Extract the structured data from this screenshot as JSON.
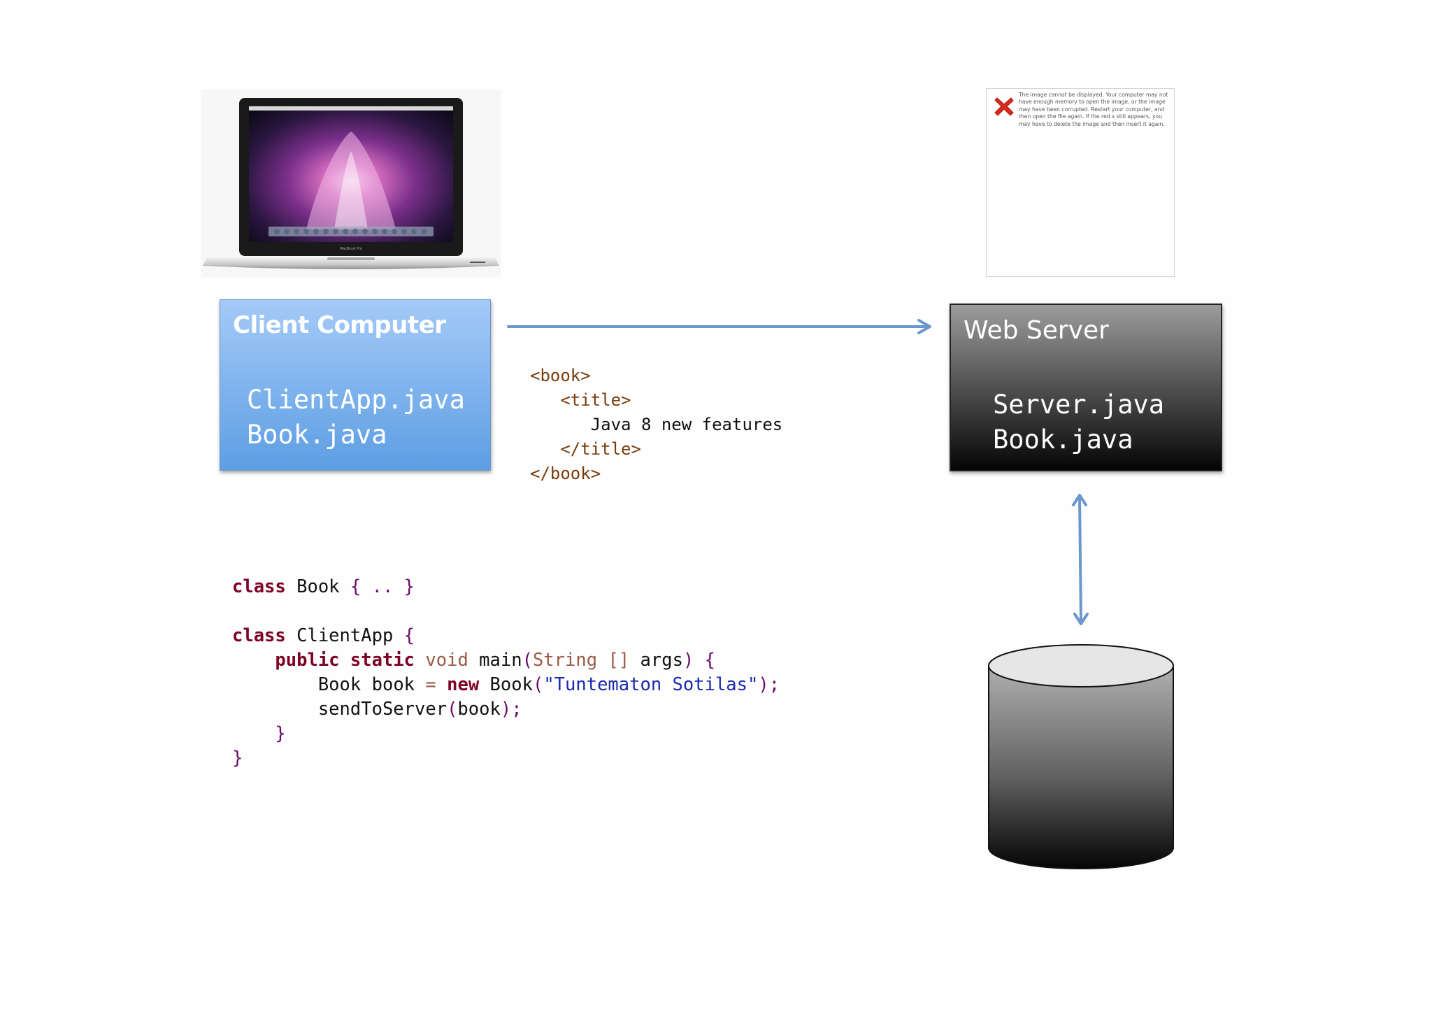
{
  "client": {
    "title": "Client Computer",
    "files": [
      "ClientApp.java",
      "Book.java"
    ]
  },
  "server": {
    "title": "Web Server",
    "files": [
      "Server.java",
      "Book.java"
    ]
  },
  "laptop": {
    "brand_label": "MacBook Pro"
  },
  "broken_image": {
    "icon": "red-x-icon",
    "message": "The image cannot be displayed. Your computer may not have enough memory to open the image, or the image may have been corrupted. Restart your computer, and then open the file again. If the red x still appears, you may have to delete the image and then insert it again."
  },
  "xml": {
    "open_book": "<book>",
    "open_title": "<title>",
    "content": "Java 8 new features",
    "close_title": "</title>",
    "close_book": "</book>"
  },
  "java": {
    "line1": {
      "kw": "class",
      "name": "Book",
      "body": "{ .. }"
    },
    "line2": {
      "kw": "class",
      "name": "ClientApp",
      "brace": "{"
    },
    "line3": {
      "mod1": "public",
      "mod2": "static",
      "ret": "void",
      "method": "main",
      "param_type": "String",
      "param_arr": "[]",
      "param": "args",
      "brace": "{"
    },
    "line4": {
      "type": "Book",
      "var": "book",
      "op": "=",
      "kw": "new",
      "ctor": "Book",
      "arg": "\"Tuntematon Sotilas\""
    },
    "line5": {
      "call": "sendToServer",
      "arg": "book"
    },
    "line6": "}",
    "line7": "}"
  },
  "colors": {
    "arrow": "#6a97cc",
    "client_top": "#a4caf8",
    "client_bottom": "#5d9ee3",
    "server_top": "#9c9c9c",
    "server_bottom": "#050505"
  }
}
